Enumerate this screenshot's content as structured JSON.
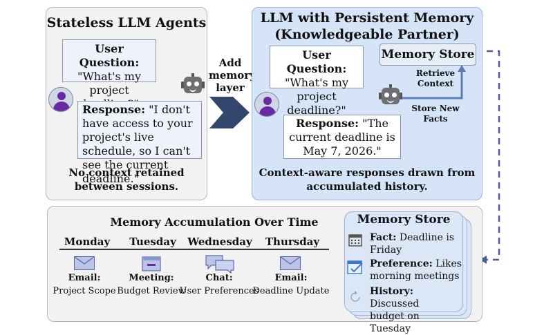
{
  "left_panel": {
    "title": "Stateless LLM Agents",
    "question_label": "User Question:",
    "question_text": "\"What's my project deadline?\"",
    "response_label": "Response:",
    "response_text": "\"I don't have access to your project's live schedule, so I can't see the current deadline.\"",
    "caption_line1": "No context retained",
    "caption_line2": "between sessions."
  },
  "arrow": {
    "line1": "Add",
    "line2": "memory",
    "line3": "layer"
  },
  "right_panel": {
    "title_line1": "LLM with Persistent Memory",
    "title_line2": "(Knowledgeable Partner)",
    "question_label": "User Question:",
    "question_text": "\"What's my project deadline?\"",
    "memory_store_label": "Memory Store",
    "retrieve_line1": "Retrieve",
    "retrieve_line2": "Context",
    "store_line1": "Store New",
    "store_line2": "Facts",
    "response_label": "Response:",
    "response_text": "\"The current deadline is May 7, 2026.\"",
    "caption_line1": "Context-aware responses drawn from",
    "caption_line2": "accumulated history."
  },
  "timeline": {
    "title": "Memory Accumulation Over Time",
    "days": [
      {
        "day": "Monday",
        "type": "Email:",
        "desc": "Project Scope",
        "icon": "envelope-icon"
      },
      {
        "day": "Tuesday",
        "type": "Meeting:",
        "desc": "Budget Review",
        "icon": "calendar-icon"
      },
      {
        "day": "Wednesday",
        "type": "Chat:",
        "desc": "User Preferences",
        "icon": "chat-bubbles-icon"
      },
      {
        "day": "Thursday",
        "type": "Email:",
        "desc": "Deadline Update",
        "icon": "envelope-icon"
      }
    ]
  },
  "memory_store_card": {
    "title": "Memory Store",
    "items": [
      {
        "label": "Fact:",
        "text1": " Deadline is",
        "text2": "Friday",
        "icon": "calendar-icon"
      },
      {
        "label": "Preference:",
        "text1": " Likes",
        "text2": "morning meetings",
        "icon": "checkmark-window-icon"
      },
      {
        "label": "History:",
        "text1": " Discussed",
        "text2": "budget on Tuesday",
        "icon": "history-icon"
      }
    ]
  },
  "colors": {
    "panel_blue": "#d6e4f7",
    "panel_gray": "#f2f2f2",
    "arrow_navy": "#34456e",
    "dashed_arrow": "#4a5f96"
  }
}
